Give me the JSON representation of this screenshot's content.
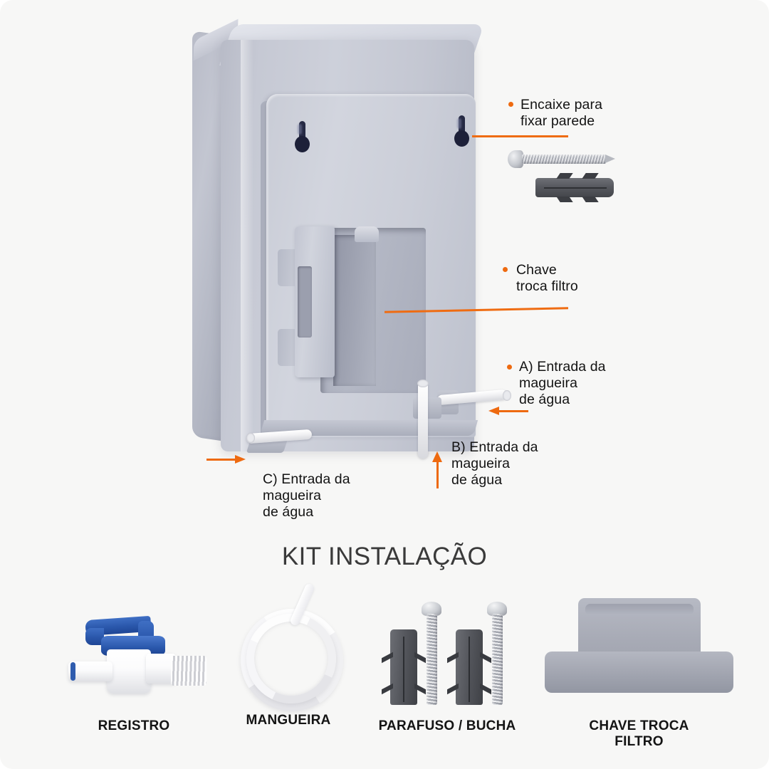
{
  "page": {
    "background_color": "#f7f7f6",
    "accent_color": "#ee6a10",
    "text_color": "#131313"
  },
  "diagram": {
    "subject": "wall-mounted water purifier rear view",
    "callouts": [
      {
        "id": "encaixe",
        "label": "Encaixe para\nfixar parede",
        "marker": "bullet",
        "target": "wall-mount-keyhole"
      },
      {
        "id": "chave",
        "label": "Chave\ntroca filtro",
        "marker": "bullet",
        "target": "filter-change-key"
      },
      {
        "id": "entrada-a",
        "label": "A) Entrada da\n     magueira\n     de água",
        "marker": "bullet",
        "arrow": "left",
        "target": "water-hose-inlet-a"
      },
      {
        "id": "entrada-b",
        "label": "B) Entrada da\n     magueira\n     de água",
        "marker": "none",
        "arrow": "up",
        "target": "water-hose-inlet-b"
      },
      {
        "id": "entrada-c",
        "label": "C) Entrada da\n     magueira\n     de água",
        "marker": "none",
        "arrow": "right",
        "target": "water-hose-inlet-c"
      }
    ],
    "hardware_inset": {
      "name": "screw-and-anchor",
      "items": [
        "screw",
        "wall-anchor"
      ]
    }
  },
  "kit": {
    "title": "KIT INSTALAÇÃO",
    "items": [
      {
        "id": "registro",
        "caption": "REGISTRO",
        "icon": "valve-icon"
      },
      {
        "id": "mangueira",
        "caption": "MANGUEIRA",
        "icon": "hose-coil-icon"
      },
      {
        "id": "parafuso",
        "caption": "PARAFUSO / BUCHA",
        "icon": "screw-anchor-icon"
      },
      {
        "id": "chave",
        "caption": "CHAVE TROCA FILTRO",
        "icon": "filter-wrench-icon"
      }
    ]
  }
}
